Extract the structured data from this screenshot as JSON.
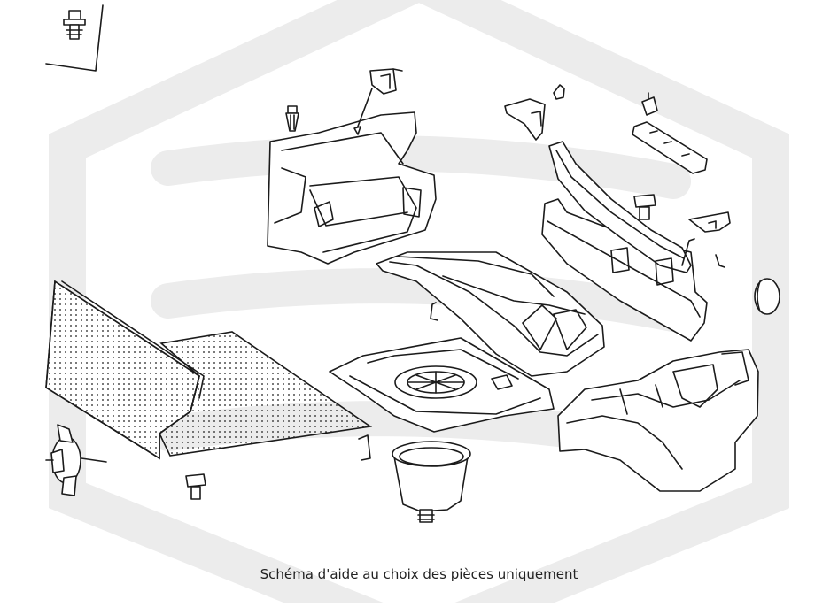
{
  "caption": "Schéma d'aide au choix des pièces uniquement",
  "colors": {
    "line": "#1b1b1b",
    "watermark": "#ececec",
    "background": "#ffffff"
  },
  "parts": [
    "push-clip-fastener",
    "trunk-side-trim-panel",
    "upper-bracket",
    "retaining-pin",
    "rear-shelf-trim",
    "rear-panel-trim",
    "mounting-strip",
    "clip",
    "small-bracket",
    "round-plug",
    "spare-wheel-well-panel",
    "spare-wheel-cover-carpet",
    "floor-carpet",
    "backrest-insulation",
    "storage-bin",
    "side-storage-box",
    "fan"
  ]
}
